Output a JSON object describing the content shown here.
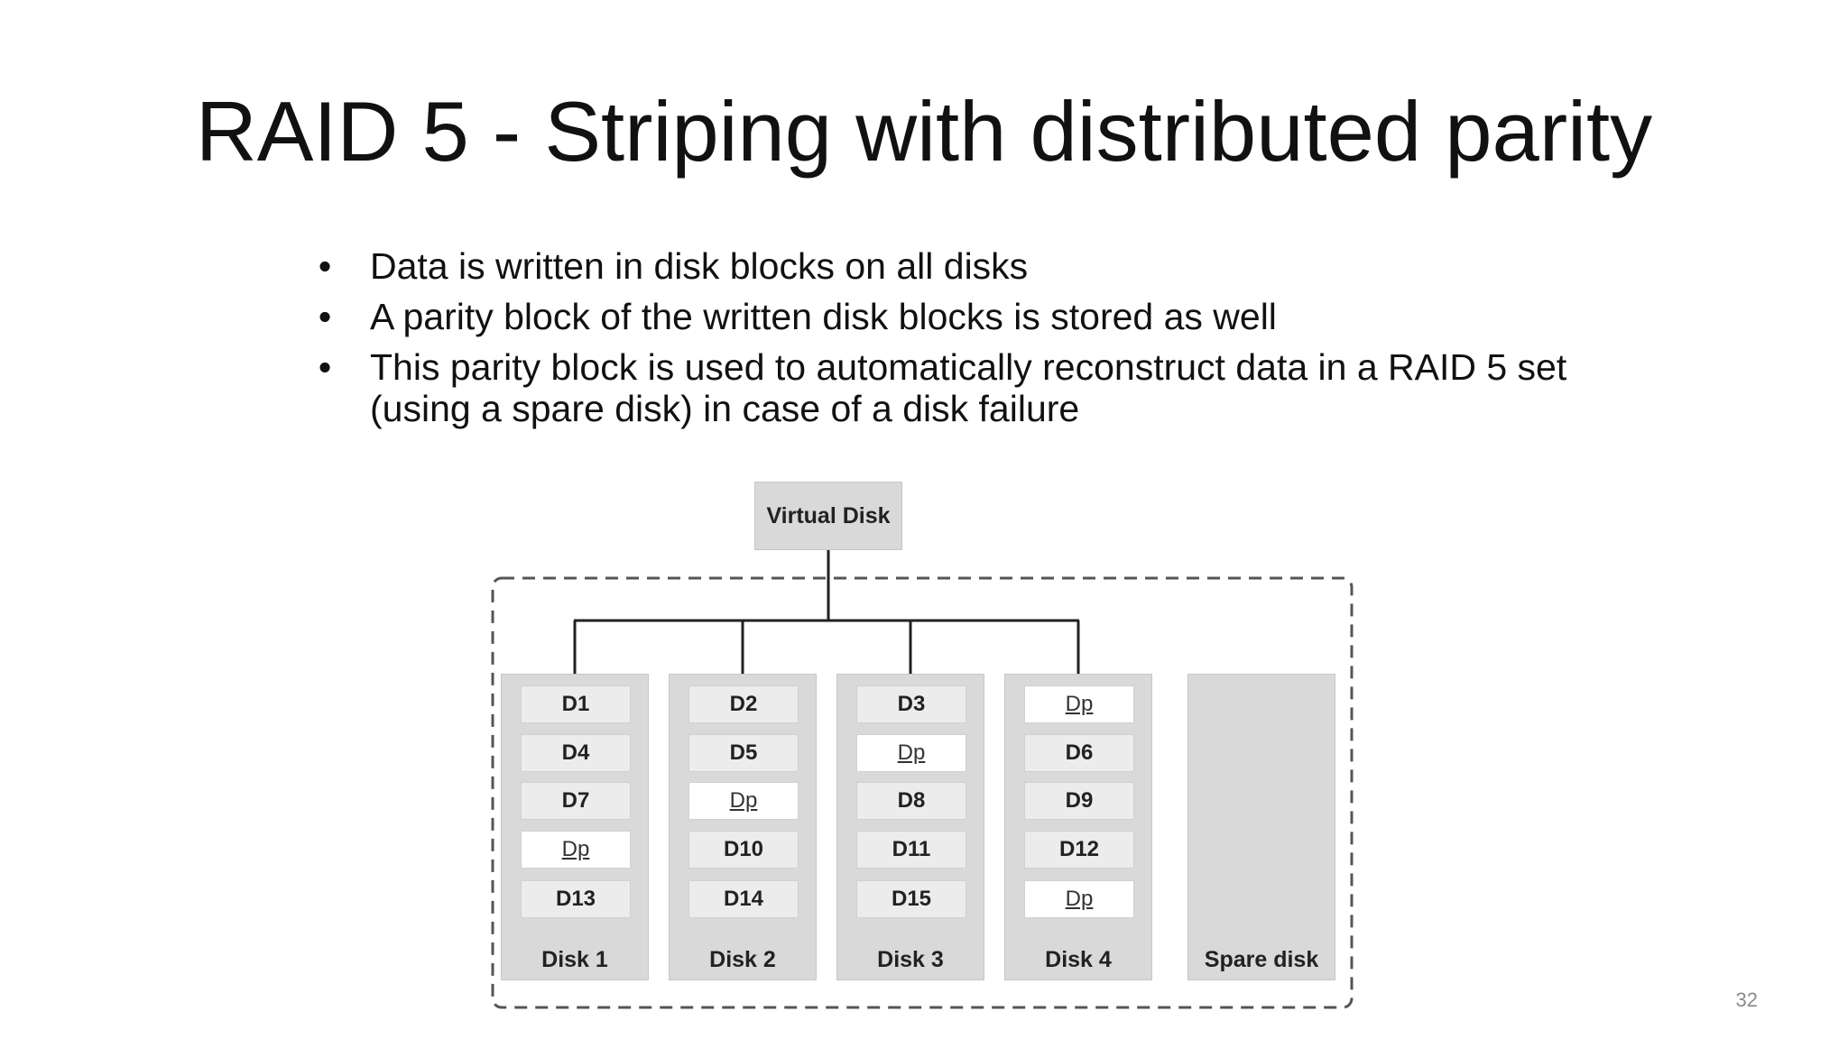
{
  "slide": {
    "title": "RAID 5 - Striping with distributed parity",
    "page_number": "32"
  },
  "bullets": [
    "Data is written in disk blocks on all disks",
    "A parity block of the written disk blocks is stored as well",
    "This parity block is used to automatically reconstruct data in a RAID 5 set (using a spare disk) in case of a disk failure"
  ],
  "bullet_symbol": "•",
  "diagram": {
    "virtual_disk_label": "Virtual Disk",
    "disks": [
      {
        "label": "Disk 1",
        "blocks": [
          "D1",
          "D4",
          "D7",
          "Dp",
          "D13"
        ]
      },
      {
        "label": "Disk 2",
        "blocks": [
          "D2",
          "D5",
          "Dp",
          "D10",
          "D14"
        ]
      },
      {
        "label": "Disk 3",
        "blocks": [
          "D3",
          "Dp",
          "D8",
          "D11",
          "D15"
        ]
      },
      {
        "label": "Disk 4",
        "blocks": [
          "Dp",
          "D6",
          "D9",
          "D12",
          "Dp"
        ]
      }
    ],
    "spare_disk_label": "Spare disk",
    "parity_block_label": "Dp"
  },
  "colors": {
    "disk_fill": "#d9d9d9",
    "data_block_fill": "#ececec",
    "parity_block_fill": "#ffffff",
    "connector": "#222222",
    "dashed_border": "#555555"
  }
}
